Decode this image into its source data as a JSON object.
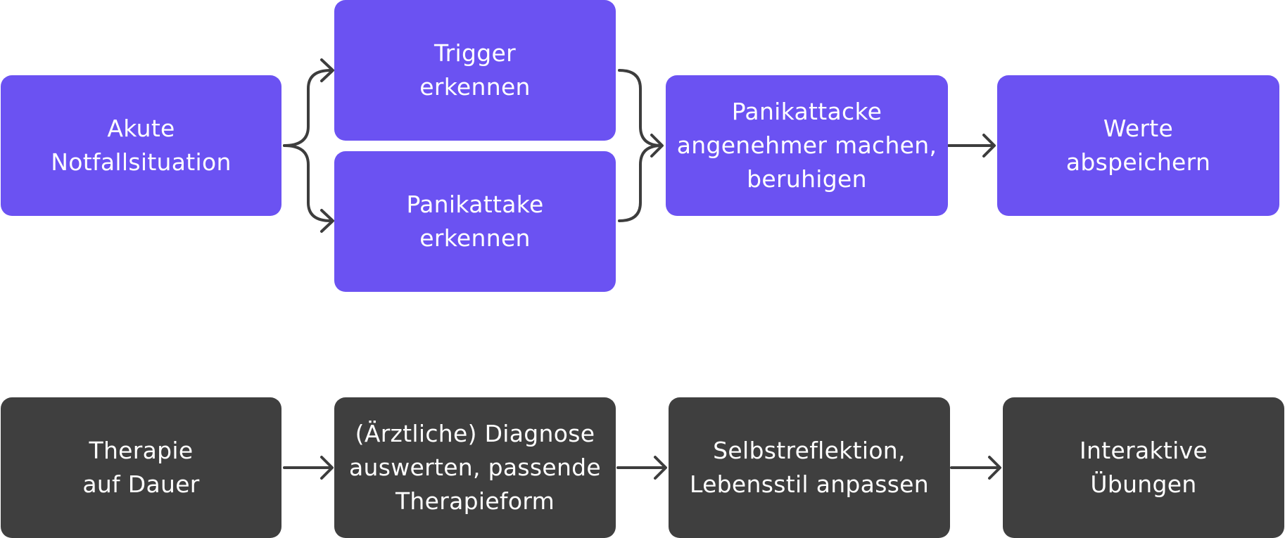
{
  "colors": {
    "emergency_box": "#6b52f2",
    "therapy_box": "#3f3f3f",
    "box_text": "#ffffff",
    "connector": "#3d3d3d",
    "background": "#ffffff"
  },
  "emergency_flow": {
    "start": [
      "Akute",
      "Notfallsituation"
    ],
    "trigger": [
      "Trigger",
      "erkennen"
    ],
    "panic_detect": [
      "Panikattake",
      "erkennen"
    ],
    "calm": [
      "Panikattacke",
      "angenehmer machen,",
      "beruhigen"
    ],
    "save": [
      "Werte",
      "abspeichern"
    ]
  },
  "therapy_flow": {
    "start": [
      "Therapie",
      "auf Dauer"
    ],
    "diagnosis": [
      "(Ärztliche) Diagnose",
      "auswerten, passende",
      "Therapieform"
    ],
    "reflection": [
      "Selbstreflektion,",
      "Lebensstil anpassen"
    ],
    "exercises": [
      "Interaktive",
      "Übungen"
    ]
  }
}
